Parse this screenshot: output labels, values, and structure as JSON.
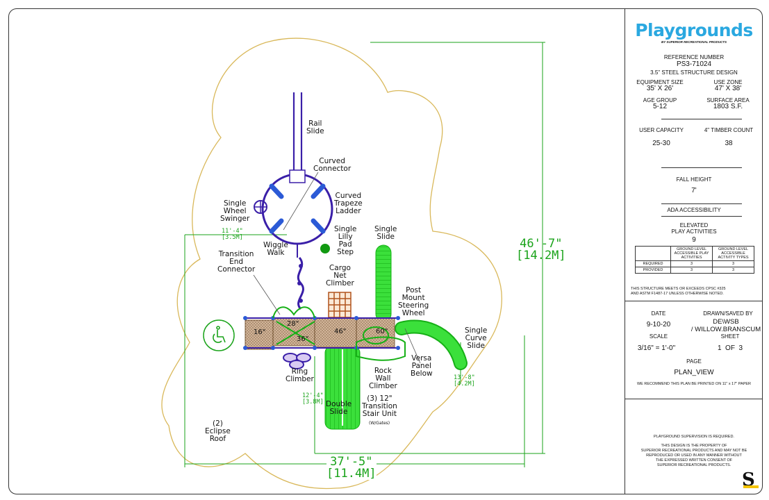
{
  "brand": {
    "logo_text": "Playgrounds",
    "tagline": "BY SUPERIOR RECREATIONAL PRODUCTS",
    "logo_color": "#2aa8e0"
  },
  "spec": {
    "reference_label": "REFERENCE NUMBER",
    "reference_number": "PS3-71024",
    "design": "3.5\" STEEL STRUCTURE DESIGN",
    "equipment_size_label": "EQUIPMENT SIZE",
    "equipment_size": "35' X 26'",
    "use_zone_label": "USE ZONE",
    "use_zone": "47' X 38'",
    "age_group_label": "AGE GROUP",
    "age_group": "5-12",
    "surface_area_label": "SURFACE AREA",
    "surface_area": "1803 S.F.",
    "user_capacity_label": "USER CAPACITY",
    "user_capacity": "25-30",
    "timber_label": "4\" TIMBER COUNT",
    "timber_count": "38",
    "fall_height_label": "FALL HEIGHT",
    "fall_height": "7'",
    "ada_label": "ADA ACCESSIBILITY",
    "elevated_label": "ELEVATED\nPLAY ACTIVITIES",
    "elevated_value": "9",
    "table": {
      "headers": [
        "",
        "GROUND LEVEL ACCESSIBLE PLAY ACTIVITIES",
        "GROUND LEVEL ACCESSIBLE ACTIVITY TYPES"
      ],
      "rows": [
        [
          "REQUIRED",
          "3",
          "3"
        ],
        [
          "PROVIDED",
          "3",
          "3"
        ]
      ]
    },
    "compliance": "THIS STRUCTURE MEETS OR EXCEEDS CPSC #325\nAND ASTM F1487-17 UNLESS OTHERWISE NOTED."
  },
  "title_block": {
    "date_label": "DATE",
    "date": "9-10-20",
    "drawn_label": "DRAWN/SAVED BY",
    "drawn_by": "DE\\WSB\n/ WILLOW.BRANSCUM",
    "scale_label": "SCALE",
    "scale": "3/16\" = 1'-0\"",
    "sheet_label": "SHEET",
    "sheet": "1  OF  3",
    "page_label": "PAGE",
    "page": "PLAN_VIEW",
    "print_note": "WE RECOMMEND THIS PLAN BE PRINTED ON 11\" x 17\" PAPER"
  },
  "footer": {
    "supervision": "PLAYGROUND SUPERVISION IS REQUIRED.",
    "property": "THIS DESIGN IS THE PROPERTY OF\nSUPERIOR RECREATIONAL PRODUCTS AND MAY NOT BE\nREPRODUCED OR USED IN ANY MANNER WITHOUT\nTHE EXPRESSED WRITTEN CONSENT OF\nSUPERIOR RECREATIONAL PRODUCTS.",
    "mark": "S"
  },
  "drawing": {
    "colors": {
      "structure": "#3a1fa8",
      "slide": "#1fd61f",
      "zone": "#d9b85a",
      "deck": "#c9a78a",
      "dim": "#1aa31a"
    },
    "labels": {
      "rail_slide": "Rail\nSlide",
      "curved_connector": "Curved\nConnector",
      "curved_trapeze": "Curved\nTrapeze\nLadder",
      "single_wheel": "Single\nWheel\nSwinger",
      "wiggle_walk": "Wiggle\nWalk",
      "lily_pad": "Single\nLilly\nPad\nStep",
      "single_slide": "Single\nSlide",
      "transition_end": "Transition\nEnd\nConnector",
      "cargo_net": "Cargo\nNet\nClimber",
      "steering": "Post\nMount\nSteering\nWheel",
      "curve_slide": "Single\nCurve\nSlide",
      "versa_panel": "Versa\nPanel\nBelow",
      "rock_wall": "Rock\nWall\nClimber",
      "ring_climber": "Ring\nClimber",
      "double_slide": "Double\nSlide",
      "stair_unit": "(3) 12\"\nTransition\nStair Unit",
      "stair_note": "(W/Gates)",
      "eclipse": "(2)\nEclipse\nRoof"
    },
    "decks": {
      "d16": "16\"",
      "d28": "28\"",
      "d36": "36\"",
      "d46": "46\"",
      "d60": "60\""
    },
    "dims": {
      "height": "46'-7\"\n[14.2M]",
      "width": "37'-5\"\n[11.4M]",
      "swinger": "11'-4\"\n[3.5M]",
      "double": "12'-4\"\n[3.8M]",
      "curve": "13'-8\"\n[4.2M]"
    }
  }
}
